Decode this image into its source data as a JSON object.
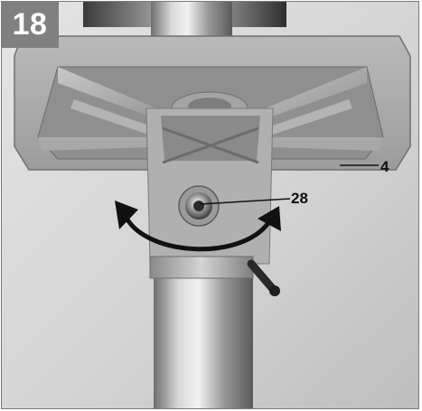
{
  "figure": {
    "number": "18"
  },
  "callouts": [
    {
      "label": "4",
      "part": "work-table"
    },
    {
      "label": "28",
      "part": "table-clamp-bolt"
    }
  ],
  "colors": {
    "badge_background": "#808080",
    "badge_text": "#ffffff",
    "arrow": "#111111",
    "label_text": "#111111",
    "photo_background": "#cfcfcf"
  },
  "icons": {
    "rotation": "double-headed-curved-arrow-icon"
  }
}
